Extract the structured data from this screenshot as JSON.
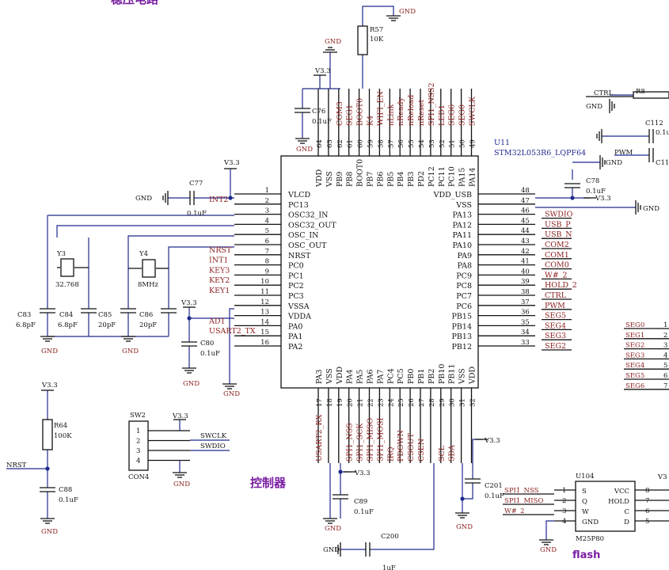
{
  "titles": {
    "top_cut": "稳压电路",
    "controller": "控制器",
    "flash_tag": "flash"
  },
  "u11": {
    "ref": "U11",
    "part": "STM32L053R6_LQPF64",
    "left_pins": [
      [
        "1",
        "VLCD"
      ],
      [
        "2",
        "PC13"
      ],
      [
        "3",
        "OSC32_IN"
      ],
      [
        "4",
        "OSC32_OUT"
      ],
      [
        "5",
        "OSC_IN"
      ],
      [
        "6",
        "OSC_OUT"
      ],
      [
        "7",
        "NRST"
      ],
      [
        "8",
        "PC0"
      ],
      [
        "9",
        "PC1"
      ],
      [
        "10",
        "PC2"
      ],
      [
        "11",
        "PC3"
      ],
      [
        "12",
        "VSSA"
      ],
      [
        "13",
        "VDDA"
      ],
      [
        "14",
        "PA0"
      ],
      [
        "15",
        "PA1"
      ],
      [
        "16",
        "PA2"
      ]
    ],
    "right_pins": [
      [
        "48",
        "VDD_USB"
      ],
      [
        "47",
        "VSS"
      ],
      [
        "46",
        "PA13"
      ],
      [
        "45",
        "PA12"
      ],
      [
        "44",
        "PA11"
      ],
      [
        "43",
        "PA10"
      ],
      [
        "42",
        "PA9"
      ],
      [
        "41",
        "PA8"
      ],
      [
        "40",
        "PC9"
      ],
      [
        "39",
        "PC8"
      ],
      [
        "38",
        "PC7"
      ],
      [
        "37",
        "PC6"
      ],
      [
        "36",
        "PB15"
      ],
      [
        "35",
        "PB14"
      ],
      [
        "34",
        "PB13"
      ],
      [
        "33",
        "PB12"
      ]
    ],
    "top_pins": [
      [
        "64",
        "VDD"
      ],
      [
        "63",
        "VSS"
      ],
      [
        "62",
        "PB9"
      ],
      [
        "61",
        "PB8"
      ],
      [
        "60",
        "BOOT0"
      ],
      [
        "59",
        "PB7"
      ],
      [
        "58",
        "PB6"
      ],
      [
        "57",
        "PB5"
      ],
      [
        "56",
        "PB4"
      ],
      [
        "55",
        "PB3"
      ],
      [
        "54",
        "PD2"
      ],
      [
        "53",
        "PC12"
      ],
      [
        "52",
        "PC11"
      ],
      [
        "51",
        "PC10"
      ],
      [
        "50",
        "PA15"
      ],
      [
        "49",
        "PA14"
      ]
    ],
    "bottom_pins": [
      [
        "17",
        "PA3"
      ],
      [
        "18",
        "VSS"
      ],
      [
        "19",
        "VDD"
      ],
      [
        "20",
        "PA4"
      ],
      [
        "21",
        "PA5"
      ],
      [
        "22",
        "PA6"
      ],
      [
        "23",
        "PA7"
      ],
      [
        "24",
        "PC4"
      ],
      [
        "25",
        "PC5"
      ],
      [
        "26",
        "PB0"
      ],
      [
        "27",
        "PB1"
      ],
      [
        "28",
        "PB2"
      ],
      [
        "29",
        "PB10"
      ],
      [
        "30",
        "PB11"
      ],
      [
        "31",
        "VSS"
      ],
      [
        "32",
        "VDD"
      ]
    ],
    "top_nets": [
      "",
      "",
      "COM3",
      "SEG1",
      "BOOT0",
      "K4",
      "WIFI_EN",
      "nLink",
      "nReady",
      "nReload",
      "nReset",
      "SPI1_NSS2",
      "LED1",
      "SEG6",
      "SEG0",
      "SWCLK"
    ],
    "bottom_nets": [
      "USART2_RX",
      "",
      "",
      "SPI1_NSS",
      "SPI1_SCK",
      "SPI1_MISO",
      "SPI1_MOSI",
      "IRQ",
      "PDOWN",
      "CSOUT",
      "CSEN",
      "",
      "SCL",
      "SDA",
      "",
      ""
    ],
    "right_nets": [
      "",
      "",
      "SWDIO",
      "USB_P",
      "USB_N",
      "COM2",
      "COM1",
      "COM0",
      "W#_2",
      "HOLD_2",
      "CTRL",
      "PWM",
      "SEG5",
      "SEG4",
      "SEG3",
      "SEG2"
    ],
    "left_nets": [
      "",
      "INT2",
      "",
      "",
      "",
      "",
      "NRST",
      "INT1",
      "KEY3",
      "KEY2",
      "KEY1",
      "",
      "",
      "AD1",
      "USART2_TX",
      ""
    ]
  },
  "labels": {
    "gnd": "GND",
    "v33": "V3.3",
    "vcc_short": "V3",
    "r57": "R57",
    "r57v": "10K",
    "r64": "R64",
    "r64v": "100K",
    "c76": "C76",
    "c76v": "0.1uF",
    "c77": "C77",
    "c77v": "0.1uF",
    "c78": "C78",
    "c78v": "0.1uF",
    "c80": "C80",
    "c80v": "0.1uF",
    "c83": "C83",
    "c83v": "6.8pF",
    "c84": "C84",
    "c84v": "6.8pF",
    "c85": "C85",
    "c85v": "20pF",
    "c86": "C86",
    "c86v": "20pF",
    "c88": "C88",
    "c88v": "0.1uF",
    "c89": "C89",
    "c89v": "0.1uF",
    "c200": "C200",
    "c200v": "1uF",
    "c201": "C201",
    "c201v": "0.1uF",
    "c112": "C112",
    "c112v": "0.1u",
    "c11x": "C11",
    "y3": "Y3",
    "y3v": "32.768",
    "y4": "Y4",
    "y4v": "8MHz",
    "r8x": "R8",
    "ctrl": "CTRL",
    "pwm": "PWM",
    "nrst": "NRST",
    "sw2": "SW2",
    "con4": "CON4",
    "swclk": "SWCLK",
    "swdio": "SWDIO",
    "u104": "U104",
    "m25": "M25P80",
    "u104_left": [
      "S",
      "Q",
      "W",
      "GND"
    ],
    "u104_right": [
      "VCC",
      "HOLD",
      "C",
      "D"
    ],
    "u104_lnum": [
      "1",
      "2",
      "3",
      "4"
    ],
    "u104_rnum": [
      "8",
      "7",
      "6",
      "5"
    ],
    "u104_nets": [
      "SPI1_NSS",
      "SPI1_MISO",
      "W#_2",
      ""
    ],
    "seg_nets": [
      "SEG0",
      "SEG1",
      "SEG2",
      "SEG3",
      "SEG4",
      "SEG5",
      "SEG6"
    ],
    "seg_nums": [
      "1",
      "2",
      "3",
      "4",
      "5",
      "6",
      "7"
    ],
    "sw_nums": [
      "1",
      "2",
      "3",
      "4"
    ]
  }
}
